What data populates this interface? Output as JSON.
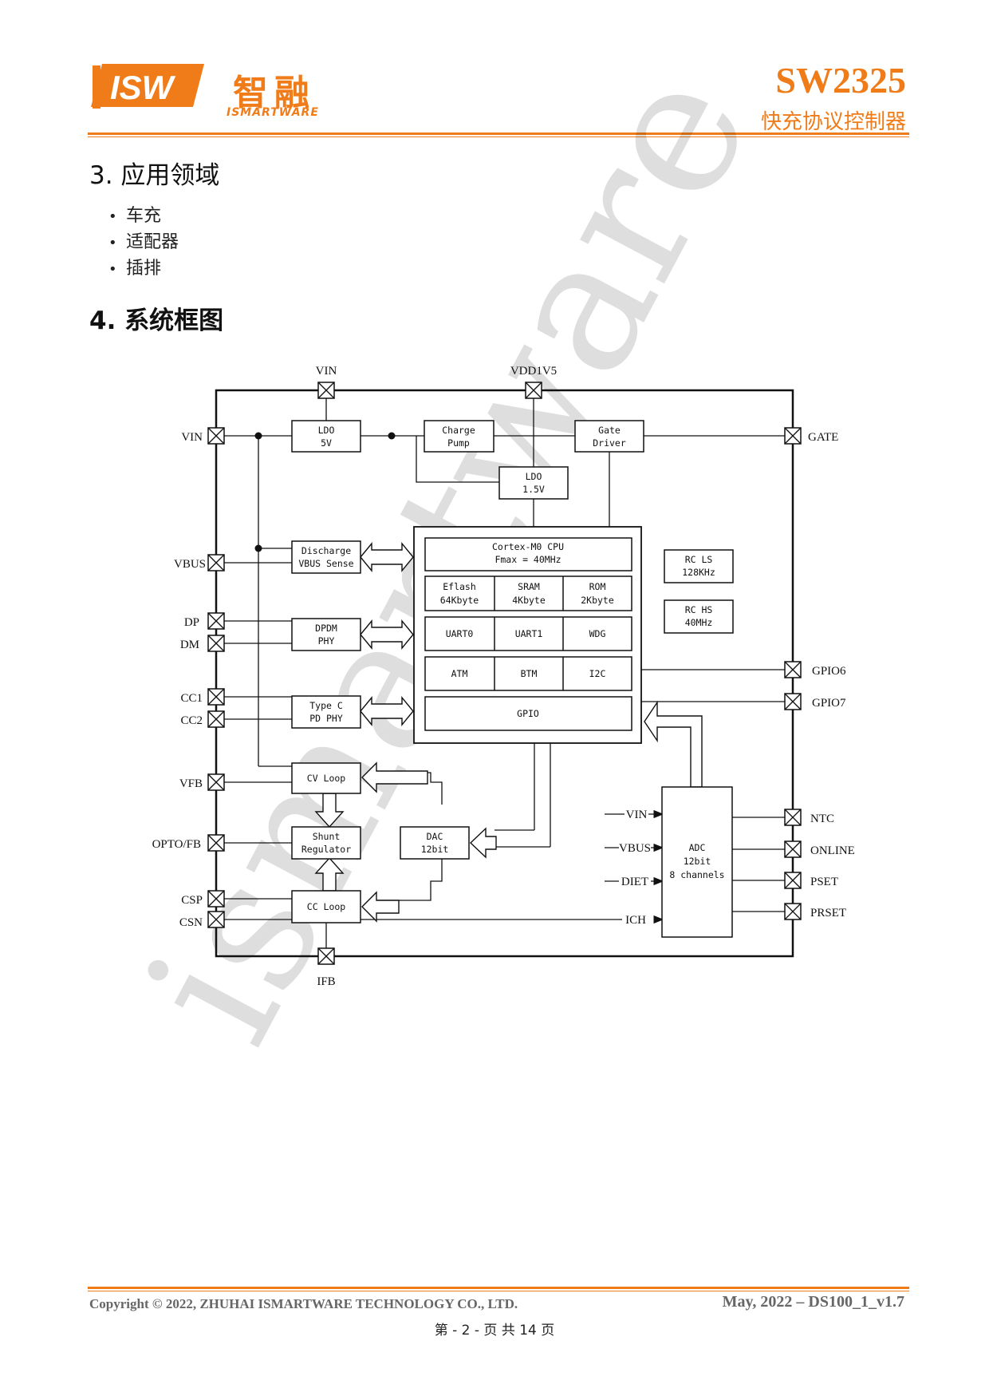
{
  "header": {
    "logo_letters": "ISW",
    "brand_cn": "智融",
    "brand_en": "ISMARTWARE",
    "doc_title": "SW2325",
    "doc_subtitle": "快充协议控制器",
    "accent_color": "#f07c19"
  },
  "section3": {
    "heading": "3. 应用领域",
    "items": [
      "车充",
      "适配器",
      "插排"
    ]
  },
  "section4": {
    "heading": "4. 系统框图"
  },
  "diagram": {
    "watermark": "ismartware",
    "pins": {
      "top_vin": "VIN",
      "top_vdd": "VDD1V5",
      "bottom_ifb": "IFB",
      "left_vin": "VIN",
      "vbus": "VBUS",
      "dp": "DP",
      "dm": "DM",
      "cc1": "CC1",
      "cc2": "CC2",
      "vfb": "VFB",
      "opto": "OPTO/FB",
      "csp": "CSP",
      "csn": "CSN",
      "gate": "GATE",
      "gpio6": "GPIO6",
      "gpio7": "GPIO7",
      "ntc": "NTC",
      "online": "ONLINE",
      "pset": "PSET",
      "prset": "PRSET"
    },
    "blocks": {
      "ldo5_l1": "LDO",
      "ldo5_l2": "5V",
      "cp_l1": "Charge",
      "cp_l2": "Pump",
      "gd_l1": "Gate",
      "gd_l2": "Driver",
      "ldo15_l1": "LDO",
      "ldo15_l2": "1.5V",
      "dis_l1": "Discharge",
      "dis_l2": "VBUS Sense",
      "dpdm_l1": "DPDM",
      "dpdm_l2": "PHY",
      "tc_l1": "Type C",
      "tc_l2": "PD PHY",
      "cv": "CV Loop",
      "shunt_l1": "Shunt",
      "shunt_l2": "Regulator",
      "dac_l1": "DAC",
      "dac_l2": "12bit",
      "cc": "CC Loop",
      "cpu_l1": "Cortex-M0 CPU",
      "cpu_l2": "Fmax = 40MHz",
      "eflash_l1": "Eflash",
      "eflash_l2": "64Kbyte",
      "sram_l1": "SRAM",
      "sram_l2": "4Kbyte",
      "rom_l1": "ROM",
      "rom_l2": "2Kbyte",
      "uart0": "UART0",
      "uart1": "UART1",
      "wdg": "WDG",
      "atm": "ATM",
      "btm": "BTM",
      "i2c": "I2C",
      "gpio": "GPIO",
      "rcls_l1": "RC LS",
      "rcls_l2": "128KHz",
      "rchs_l1": "RC HS",
      "rchs_l2": "40MHz",
      "adc_l1": "ADC",
      "adc_l2": "12bit",
      "adc_l3": "8 channels"
    },
    "adc_inputs": {
      "vin": "VIN",
      "vbus": "VBUS",
      "diet": "DIET",
      "ich": "ICH"
    }
  },
  "footer": {
    "copyright": "Copyright © 2022, ZHUHAI ISMARTWARE TECHNOLOGY CO., LTD.",
    "revision": "May, 2022 – DS100_1_v1.7",
    "page": "第 - 2 - 页 共 14 页"
  }
}
